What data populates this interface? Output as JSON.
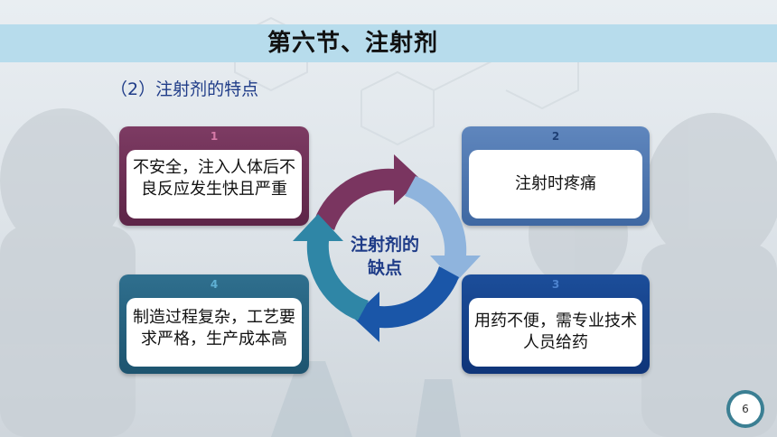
{
  "title": "第六节、注射剂",
  "subtitle": "（2）注射剂的特点",
  "center_label_line1": "注射剂的",
  "center_label_line2": "缺点",
  "cards": [
    {
      "num": "1",
      "text": "不安全，注入人体后不良反应发生快且严重",
      "color": "#6e2f55"
    },
    {
      "num": "2",
      "text": "注射时疼痛",
      "color": "#4f77b0"
    },
    {
      "num": "3",
      "text": "用药不便，需专业技术人员给药",
      "color": "#164289"
    },
    {
      "num": "4",
      "text": "制造过程复杂，工艺要求严格，生产成本高",
      "color": "#26617f"
    }
  ],
  "page_number": "6",
  "colors": {
    "title_bar": "#b7dcec",
    "subtitle": "#1f3c88",
    "arrow_top": "#7a3560",
    "arrow_right": "#8fb4dd",
    "arrow_bottom": "#1a56a8",
    "arrow_left": "#2f86a6"
  }
}
